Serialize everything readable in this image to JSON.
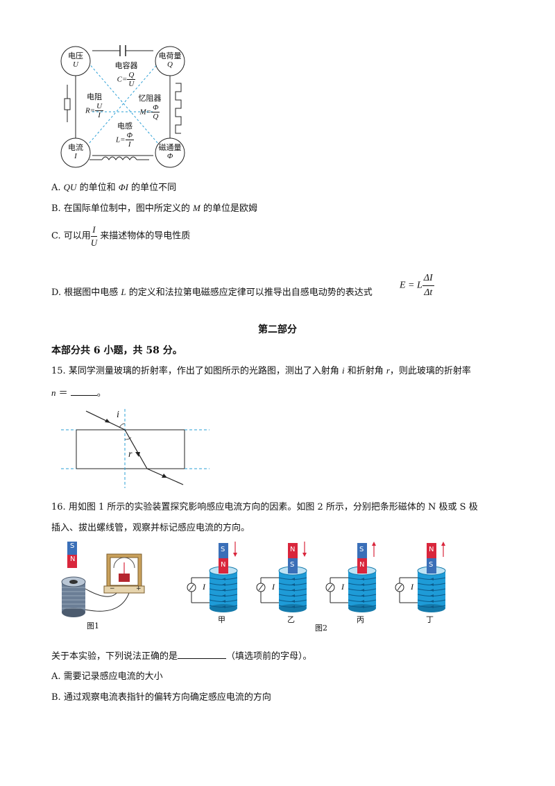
{
  "diagram": {
    "nodes": {
      "voltage": {
        "label": "电压",
        "symbol": "U"
      },
      "charge": {
        "label": "电荷量",
        "symbol": "Q"
      },
      "current": {
        "label": "电流",
        "symbol": "I"
      },
      "flux": {
        "label": "磁通量",
        "symbol": "Φ"
      }
    },
    "capacitance": {
      "label": "电容器",
      "formula_lhs": "C=",
      "num": "Q",
      "den": "U"
    },
    "resistance": {
      "label": "电阻",
      "formula_lhs": "R=",
      "num": "U",
      "den": "I"
    },
    "memristor": {
      "label": "忆阻器",
      "formula_lhs": "M=",
      "num": "Φ",
      "den": "Q"
    },
    "inductance": {
      "label": "电感",
      "formula_lhs": "L=",
      "num": "Φ",
      "den": "I"
    }
  },
  "q14_options": {
    "a": {
      "prefix": "A.",
      "q1": "QU",
      "t1": " 的单位和 ",
      "q2": "ΦI",
      "t2": " 的单位不同"
    },
    "b": {
      "prefix": "B.",
      "t1": "在国际单位制中，图中所定义的 ",
      "m": "M",
      "t2": " 的单位是欧姆"
    },
    "c": {
      "prefix": "C.",
      "t1": "可以用",
      "num": "I",
      "den": "U",
      "t2": " 来描述物体的导电性质"
    },
    "d": {
      "prefix": "D.",
      "t1": "根据图中电感 ",
      "l": "L",
      "t2": " 的定义和法拉第电磁感应定律可以推导出自感电动势的表达式",
      "lhs": "E = L",
      "num": "ΔI",
      "den": "Δt"
    }
  },
  "part2": {
    "title": "第二部分",
    "subtitle": "本部分共 6 小题，共 58 分。"
  },
  "q15": {
    "number": "15.",
    "t1": "某同学测量玻璃的折射率，作出了如图所示的光路图，测出了入射角 ",
    "i": "i",
    "t2": " 和折射角 ",
    "r": "r",
    "t3": "，则此玻璃的折射率",
    "n": "n",
    "eq": " ＝ ",
    "end": "。",
    "angle_i": "i",
    "angle_r": "r"
  },
  "q16": {
    "number": "16.",
    "line1": "用如图 1 所示的实验装置探究影响感应电流方向的因素。如图 2 所示，分别把条形磁体的 N 极或 S 极",
    "line2": "插入、拔出螺线管，观察并标记感应电流的方向。",
    "fig1_label": "图1",
    "fig2_label": "图2",
    "magnet_s": "S",
    "magnet_n": "N",
    "current_symbol": "I",
    "meter_minus": "−",
    "meter_plus": "+",
    "panels": [
      {
        "label": "甲",
        "top": "S",
        "bottom": "N"
      },
      {
        "label": "乙",
        "top": "N",
        "bottom": "S"
      },
      {
        "label": "丙",
        "top": "S",
        "bottom": "N"
      },
      {
        "label": "丁",
        "top": "N",
        "bottom": "S"
      }
    ],
    "question": "关于本实验，下列说法正确的是",
    "question_end": "（填选项前的字母）。",
    "option_a": {
      "prefix": "A.",
      "text": "需要记录感应电流的大小"
    },
    "option_b": {
      "prefix": "B.",
      "text": "通过观察电流表指针的偏转方向确定感应电流的方向"
    }
  },
  "colors": {
    "dashed_blue": "#2a9fd6",
    "magnet_red": "#d9263c",
    "magnet_blue": "#3a6fb8",
    "coil_blue": "#1e9bd7"
  }
}
